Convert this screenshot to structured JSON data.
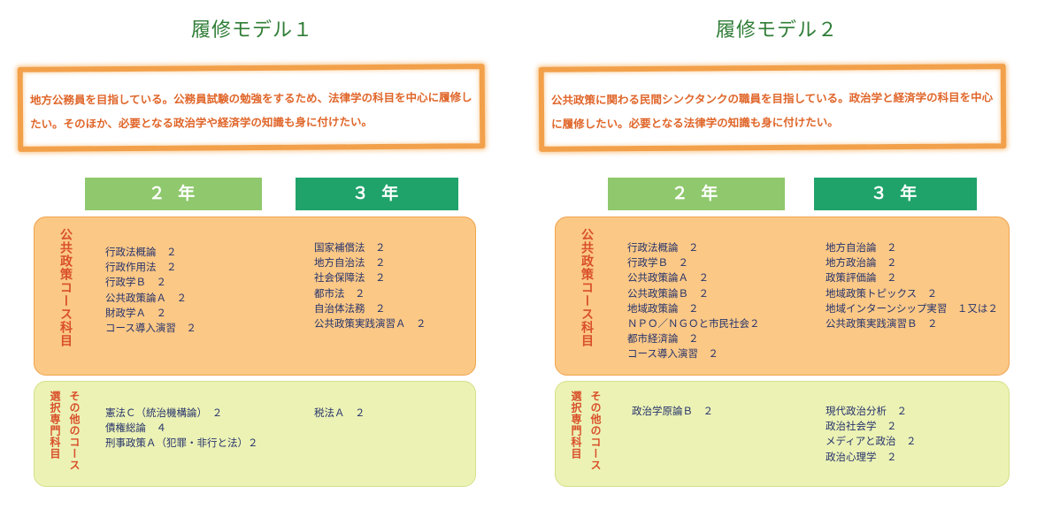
{
  "models": [
    {
      "title": "履修モデル１",
      "description": "地方公務員を目指している。公務員試験の勉強をするため、法律学の科目を中心に履修したい。そのほか、必要となる政治学や経済学の知識も身に付けたい。",
      "year2_label": "２ 年",
      "year3_label": "３ 年",
      "public_label": "公共政策コース科目",
      "other_label_a": "選択専門科目",
      "other_label_b": "その他のコース",
      "public_y2": [
        "行政法概論　２",
        "行政作用法　２",
        "行政学Ｂ　２",
        "公共政策論Ａ　２",
        "財政学Ａ　２",
        "コース導入演習　２"
      ],
      "public_y3": [
        "国家補償法　２",
        "地方自治法　２",
        "社会保障法　２",
        "都市法　２",
        "自治体法務　２",
        "公共政策実践演習Ａ　２"
      ],
      "other_y2": [
        "憲法Ｃ（統治機構論）　２",
        "債権総論　４",
        "刑事政策Ａ（犯罪・非行と法）２"
      ],
      "other_y3": [
        "税法Ａ　２"
      ]
    },
    {
      "title": "履修モデル２",
      "description": "公共政策に関わる民間シンクタンクの職員を目指している。政治学と経済学の科目を中心に履修したい。必要となる法律学の知識も身に付けたい。",
      "year2_label": "２ 年",
      "year3_label": "３ 年",
      "public_label": "公共政策コース科目",
      "other_label_a": "選択専門科目",
      "other_label_b": "その他のコース",
      "public_y2": [
        "行政法概論　２",
        "行政学Ｂ　２",
        "公共政策論Ａ　２",
        "公共政策論Ｂ　２",
        "地域政策論　２",
        "ＮＰＯ／ＮＧＯと市民社会２",
        "都市経済論　２",
        "コース導入演習　２"
      ],
      "public_y3": [
        "地方自治論　２",
        "地方政治論　２",
        "政策評価論　２",
        "地域政策トピックス　２",
        "地域インターンシップ実習　１又は２",
        "公共政策実践演習Ｂ　２"
      ],
      "other_y2": [
        "政治学原論Ｂ　２"
      ],
      "other_y3": [
        "現代政治分析　２",
        "政治社会学　２",
        "メディアと政治　２",
        "政治心理学　２"
      ]
    }
  ]
}
